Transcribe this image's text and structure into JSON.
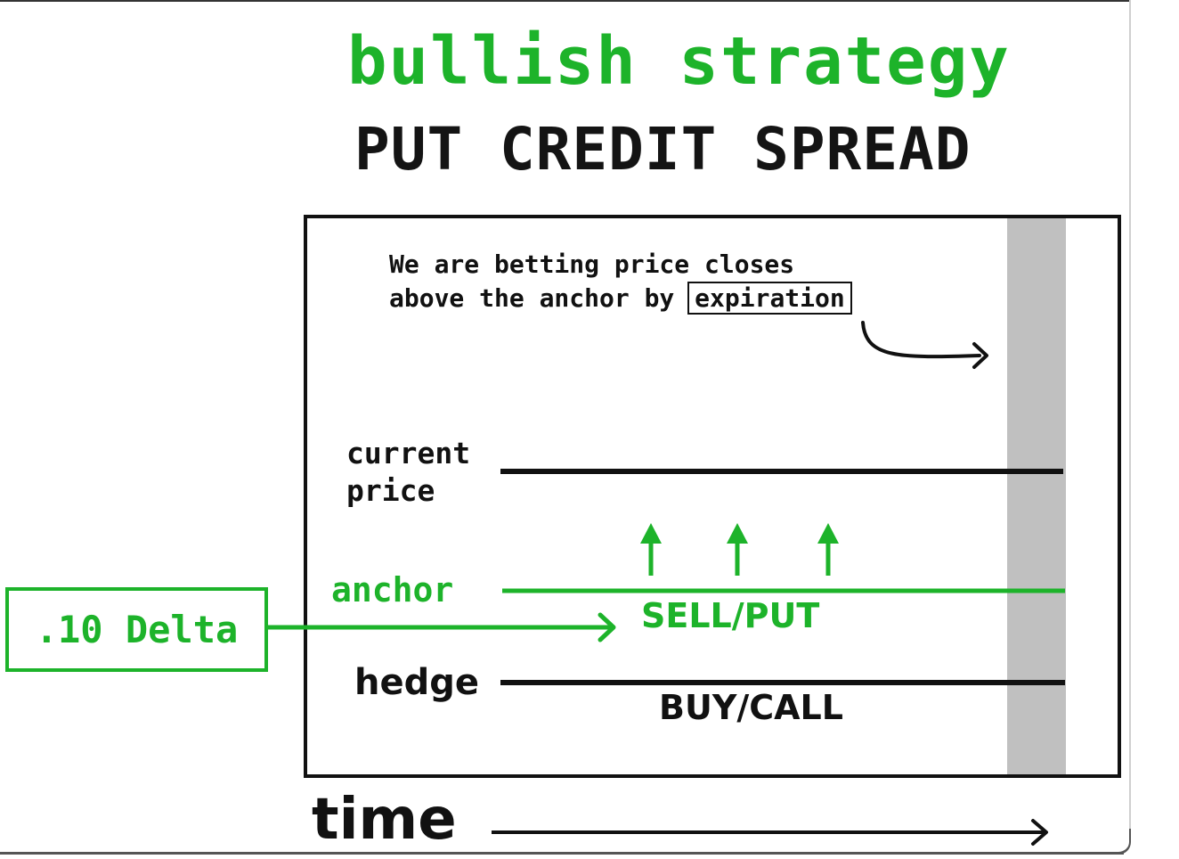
{
  "heading": {
    "title": "bullish strategy",
    "subtitle": "PUT CREDIT SPREAD"
  },
  "note": {
    "line1": "We are betting price closes",
    "line2_prefix": "above the anchor by ",
    "line2_boxed": "expiration"
  },
  "levels": {
    "current_price": "current price",
    "anchor": "anchor",
    "hedge": "hedge"
  },
  "legs": {
    "sell": "SELL/PUT",
    "buy": "BUY/CALL"
  },
  "delta": ".10 Delta",
  "axis": {
    "time": "time"
  },
  "colors": {
    "green": "#1db32a",
    "ink": "#111111",
    "expiry_band": "#c0c0c0"
  }
}
